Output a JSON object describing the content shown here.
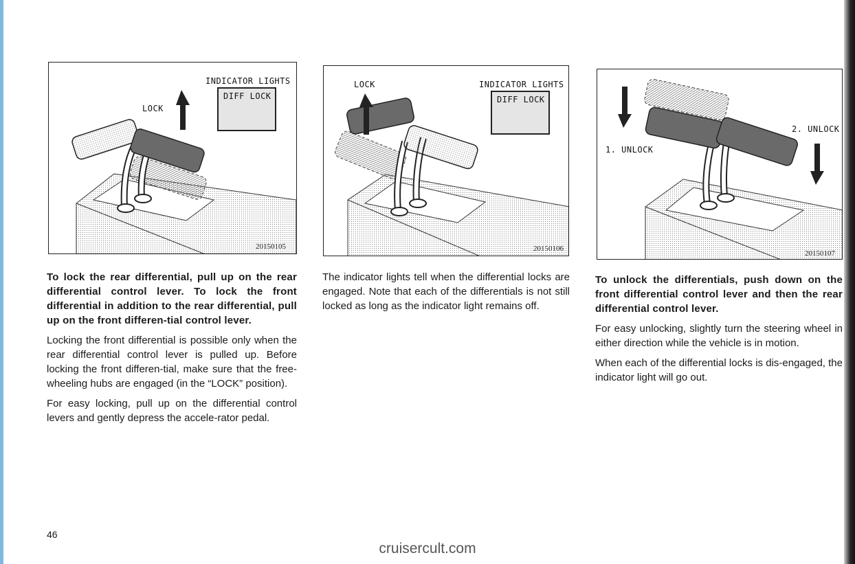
{
  "figures": [
    {
      "labels": [
        "INDICATOR LIGHTS",
        "LOCK"
      ],
      "indicator": "DIFF LOCK",
      "code": "20150105"
    },
    {
      "labels": [
        "LOCK",
        "INDICATOR LIGHTS"
      ],
      "indicator": "DIFF LOCK",
      "code": "20150106"
    },
    {
      "labels": [
        "2. UNLOCK",
        "1. UNLOCK"
      ],
      "code": "20150107"
    }
  ],
  "columns": [
    {
      "paragraphs": [
        {
          "text": "To lock the rear differential, pull up on the rear differential control lever. To lock the front differential in addition to the rear differential, pull up on the front differen-tial control lever.",
          "bold": true
        },
        {
          "text": "Locking the front differential is possible only when the rear differential control lever is pulled up. Before locking the front differen-tial, make sure that the free-wheeling hubs are engaged (in the “LOCK” position).",
          "bold": false
        },
        {
          "text": "For easy locking, pull up on the differential control levers and gently depress the accele-rator pedal.",
          "bold": false
        }
      ]
    },
    {
      "paragraphs": [
        {
          "text": "The indicator lights tell when the differential locks are engaged. Note that each of the differentials is not still locked as long as the indicator light remains off.",
          "bold": false
        }
      ]
    },
    {
      "paragraphs": [
        {
          "text": "To unlock the differentials, push down on the front differential control lever and then the rear differential control lever.",
          "bold": true
        },
        {
          "text": "For easy unlocking, slightly turn the steering wheel in either direction while the vehicle is in motion.",
          "bold": false
        },
        {
          "text": "When each of the differential locks is dis-engaged, the indicator light will go out.",
          "bold": false
        }
      ]
    }
  ],
  "page_number": "46",
  "watermark": "cruisercult.com"
}
